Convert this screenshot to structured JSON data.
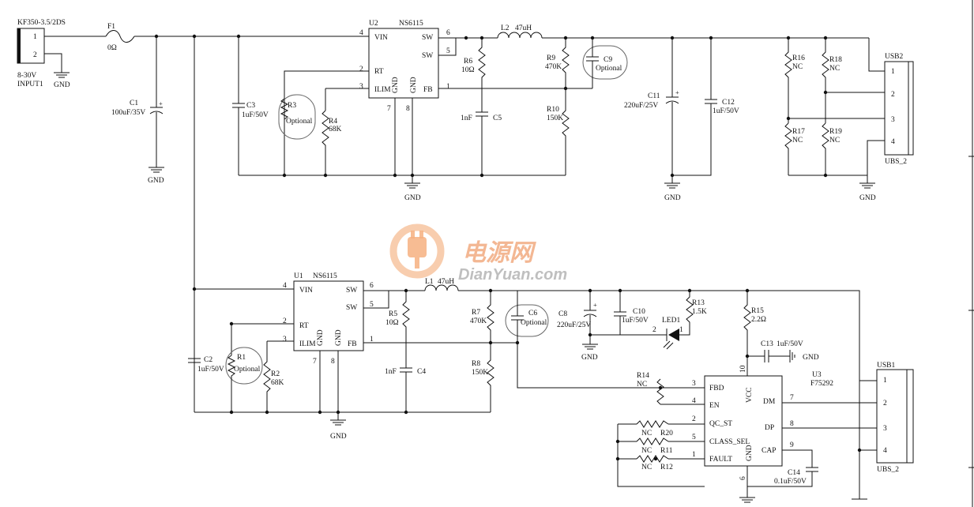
{
  "connector_in": {
    "ref": "KF350-3.5/2DS",
    "pin1": "1",
    "pin2": "2",
    "voltage": "8-30V",
    "name": "INPUT1"
  },
  "fuse": {
    "ref": "F1",
    "value": "0Ω"
  },
  "gnd": "GND",
  "caps": {
    "c1": {
      "ref": "C1",
      "value": "100uF/35V"
    },
    "c2": {
      "ref": "C2",
      "value": "1uF/50V"
    },
    "c3": {
      "ref": "C3",
      "value": "1uF/50V"
    },
    "c4": {
      "ref": "C4",
      "value": "1nF"
    },
    "c5": {
      "ref": "C5",
      "value": "1nF"
    },
    "c6": {
      "ref": "C6",
      "value": "Optional"
    },
    "c8": {
      "ref": "C8",
      "value": "220uF/25V"
    },
    "c9": {
      "ref": "C9",
      "value": "Optional"
    },
    "c10": {
      "ref": "C10",
      "value": "1uF/50V"
    },
    "c11": {
      "ref": "C11",
      "value": "220uF/25V"
    },
    "c12": {
      "ref": "C12",
      "value": "1uF/50V"
    },
    "c13": {
      "ref": "C13",
      "value": "1uF/50V"
    },
    "c14": {
      "ref": "C14",
      "value": "0.1uF/50V"
    }
  },
  "resistors": {
    "r1": {
      "ref": "R1",
      "value": "Optional"
    },
    "r2": {
      "ref": "R2",
      "value": "68K"
    },
    "r3": {
      "ref": "R3",
      "value": "Optional"
    },
    "r4": {
      "ref": "R4",
      "value": "68K"
    },
    "r5": {
      "ref": "R5",
      "value": "10Ω"
    },
    "r6": {
      "ref": "R6",
      "value": "10Ω"
    },
    "r7": {
      "ref": "R7",
      "value": "470K"
    },
    "r8": {
      "ref": "R8",
      "value": "150K"
    },
    "r9": {
      "ref": "R9",
      "value": "470K"
    },
    "r10": {
      "ref": "R10",
      "value": "150K"
    },
    "r11": {
      "ref": "R11",
      "value": "NC"
    },
    "r12": {
      "ref": "R12",
      "value": "NC"
    },
    "r13": {
      "ref": "R13",
      "value": "1.5K"
    },
    "r14": {
      "ref": "R14",
      "value": "NC"
    },
    "r15": {
      "ref": "R15",
      "value": "2.2Ω"
    },
    "r16": {
      "ref": "R16",
      "value": "NC"
    },
    "r17": {
      "ref": "R17",
      "value": "NC"
    },
    "r18": {
      "ref": "R18",
      "value": "NC"
    },
    "r19": {
      "ref": "R19",
      "value": "NC"
    },
    "r20": {
      "ref": "R20",
      "value": "NC"
    }
  },
  "inductors": {
    "l1": {
      "ref": "L1",
      "value": "47uH"
    },
    "l2": {
      "ref": "L2",
      "value": "47uH"
    }
  },
  "led": {
    "ref": "LED1",
    "pin_a": "2",
    "pin_k": "1"
  },
  "u2": {
    "ref": "U2",
    "part": "NS6115",
    "vin": "VIN",
    "rt": "RT",
    "ilim": "ILIM",
    "sw": "SW",
    "fb": "FB",
    "gnd": "GND",
    "p4": "4",
    "p2": "2",
    "p3": "3",
    "p6": "6",
    "p5": "5",
    "p1": "1",
    "p7": "7",
    "p8": "8"
  },
  "u1": {
    "ref": "U1",
    "part": "NS6115",
    "vin": "VIN",
    "rt": "RT",
    "ilim": "ILIM",
    "sw": "SW",
    "fb": "FB",
    "gnd": "GND",
    "p4": "4",
    "p2": "2",
    "p3": "3",
    "p6": "6",
    "p5": "5",
    "p1": "1",
    "p7": "7",
    "p8": "8"
  },
  "u3": {
    "ref": "U3",
    "part": "F75292",
    "fbd": "FBD",
    "en": "EN",
    "qc_st": "QC_ST",
    "class_sel": "CLASS_SEL",
    "fault": "FAULT",
    "vcc": "VCC",
    "dm": "DM",
    "dp": "DP",
    "cap": "CAP",
    "gnd": "GND",
    "p3": "3",
    "p4": "4",
    "p2": "2",
    "p5": "5",
    "p1": "1",
    "p10": "10",
    "p7": "7",
    "p8": "8",
    "p9": "9",
    "p6": "6"
  },
  "usb1": {
    "ref": "USB1",
    "part": "UBS_2",
    "p1": "1",
    "p2": "2",
    "p3": "3",
    "p4": "4"
  },
  "usb2": {
    "ref": "USB2",
    "part": "UBS_2",
    "p1": "1",
    "p2": "2",
    "p3": "3",
    "p4": "4"
  },
  "watermark": {
    "cn": "电源网",
    "en": "DianYuan.com"
  }
}
